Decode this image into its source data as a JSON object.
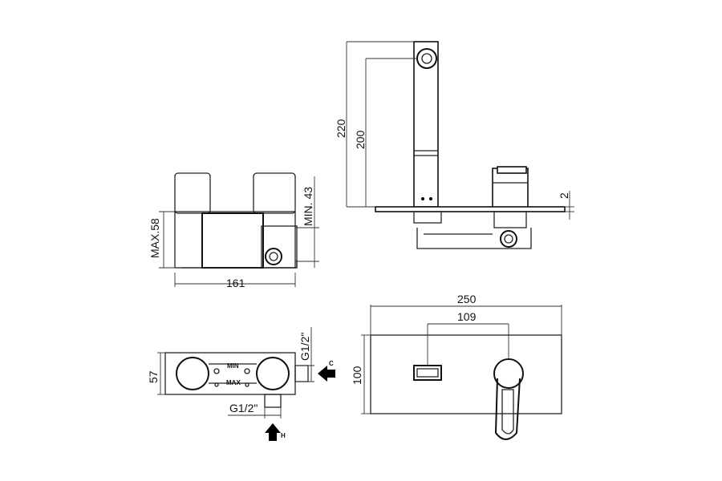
{
  "labels": {
    "side_width": "161",
    "side_max_height": "MAX.58",
    "side_min_depth": "MIN. 43",
    "spout_height_total": "220",
    "spout_height_outlet": "200",
    "plate_thickness": "2",
    "plate_width": "250",
    "plate_height": "100",
    "plate_outlet_spacing": "109",
    "box_depth": "57",
    "inlet_cold_thread": "G1/2\"",
    "inlet_hot_thread": "G1/2\"",
    "arrow_cold": "C",
    "arrow_hot": "H",
    "valve_min": "MIN",
    "valve_max": "MAX"
  }
}
